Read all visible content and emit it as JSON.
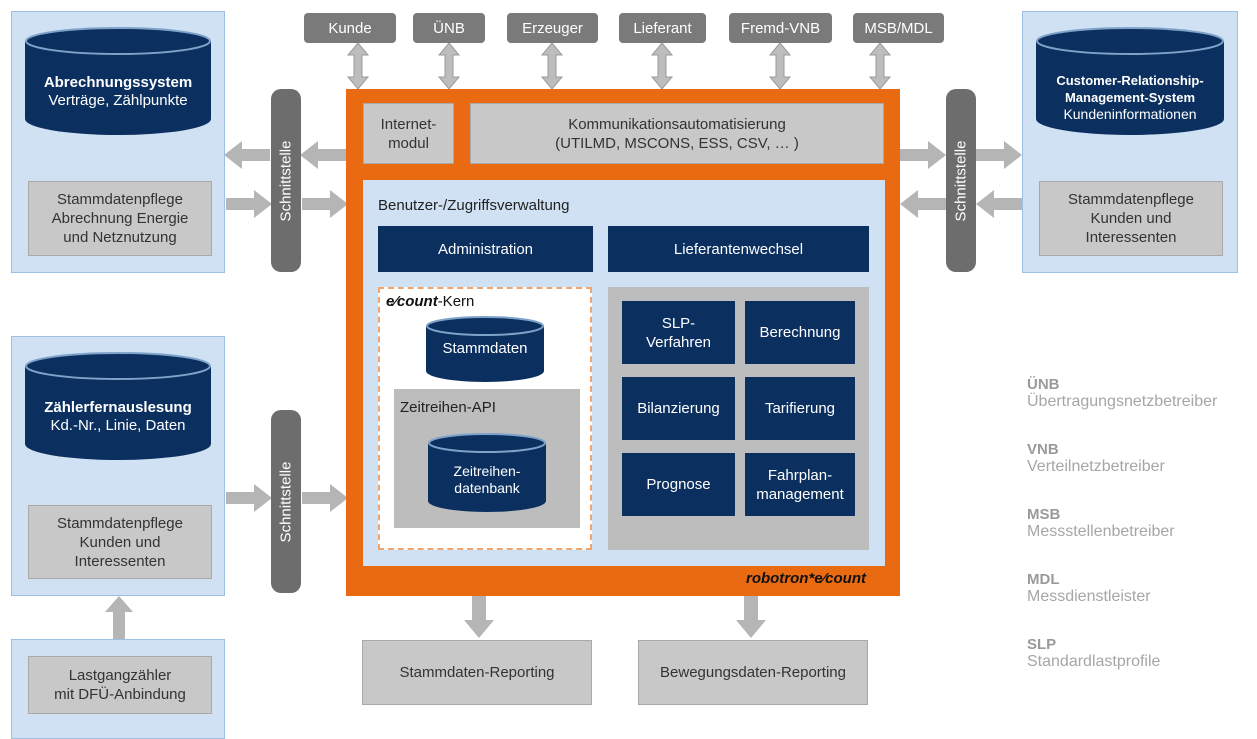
{
  "top_roles": [
    "Kunde",
    "ÜNB",
    "Erzeuger",
    "Lieferant",
    "Fremd-VNB",
    "MSB/MDL"
  ],
  "left_top": {
    "db_title": "Abrechnungssystem",
    "db_subtitle": "Verträge, Zählpunkte",
    "box": [
      "Stammdatenpflege",
      "Abrechnung Energie",
      "und Netznutzung"
    ]
  },
  "left_mid": {
    "db_title": "Zählerfernauslesung",
    "db_subtitle": "Kd.-Nr., Linie, Daten",
    "box": [
      "Stammdatenpflege",
      "Kunden und",
      "Interessenten"
    ]
  },
  "left_bottom": {
    "box": [
      "Lastgangzähler",
      "mit DFÜ-Anbindung"
    ]
  },
  "right_top": {
    "db_title": [
      "Customer-Relationship-",
      "Management-System"
    ],
    "db_subtitle": "Kundeninformationen",
    "box": [
      "Stammdatenpflege",
      "Kunden und",
      "Interessenten"
    ]
  },
  "interface_label": "Schnittstelle",
  "core": {
    "internet_module": [
      "Internet-",
      "modul"
    ],
    "comm_automation": [
      "Kommunikationsautomatisierung",
      "(UTILMD, MSCONS, ESS, CSV, … )"
    ],
    "user_access": "Benutzer-/Zugriffsverwaltung",
    "administration": "Administration",
    "supplier_change": "Lieferantenwechsel",
    "kern_brand": "e",
    "kern_brand_italic": "count",
    "kern_suffix": "-Kern",
    "stammdaten": "Stammdaten",
    "zeitreihen_api": "Zeitreihen-API",
    "zeitreihen_db": [
      "Zeitreihen-",
      "datenbank"
    ],
    "modules": [
      [
        "SLP-",
        "Verfahren"
      ],
      [
        "Berechnung"
      ],
      [
        "Bilanzierung"
      ],
      [
        "Tarifierung"
      ],
      [
        "Prognose"
      ],
      [
        "Fahrplan-",
        "management"
      ]
    ],
    "product_brand_prefix": "robotron*e",
    "product_brand_suffix": "count"
  },
  "reporting": [
    "Stammdaten-Reporting",
    "Bewegungsdaten-Reporting"
  ],
  "legend": [
    {
      "abbr": "ÜNB",
      "full": "Übertragungsnetzbetreiber"
    },
    {
      "abbr": "VNB",
      "full": "Verteilnetzbetreiber"
    },
    {
      "abbr": "MSB",
      "full": "Messstellenbetreiber"
    },
    {
      "abbr": "MDL",
      "full": "Messdienstleister"
    },
    {
      "abbr": "SLP",
      "full": "Standardlastprofile"
    }
  ],
  "colors": {
    "orange": "#ea6a12",
    "navy": "#0b3060",
    "panel_blue": "#cfe1f2",
    "grey_box": "#c8c8c8",
    "dark_grey": "#6d6d6d"
  }
}
